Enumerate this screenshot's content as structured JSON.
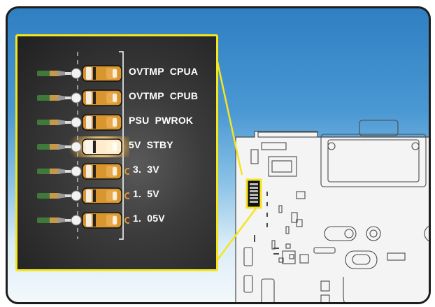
{
  "leds": [
    {
      "label": "OVTMP  CPUA",
      "lit": false
    },
    {
      "label": "OVTMP  CPUB",
      "lit": false
    },
    {
      "label": "PSU  PWROK",
      "lit": false
    },
    {
      "label": "5V  STBY",
      "lit": true
    },
    {
      "label": "3.  3V",
      "lit": false
    },
    {
      "label": "1.  5V",
      "lit": false
    },
    {
      "label": "1.  05V",
      "lit": false
    }
  ],
  "colors": {
    "callout_yellow": "#f5e51f",
    "led_glow": "#ffd27a",
    "led_body": "#d9952e"
  }
}
